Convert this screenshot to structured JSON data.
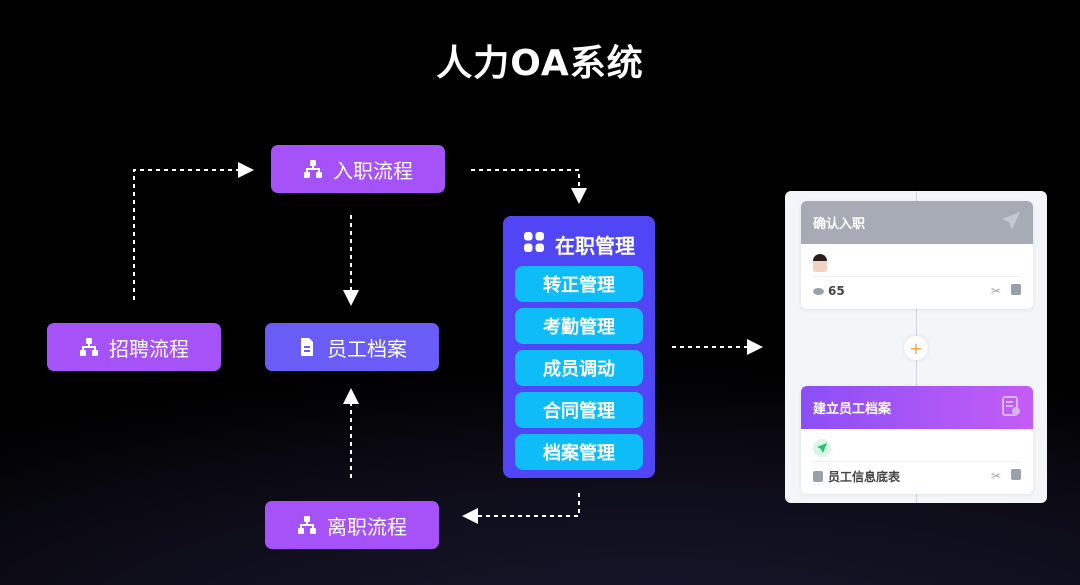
{
  "title": "人力OA系统",
  "nodes": {
    "onboarding": {
      "label": "入职流程",
      "icon": "org-chart-icon"
    },
    "recruitment": {
      "label": "招聘流程",
      "icon": "org-chart-icon"
    },
    "employee_file": {
      "label": "员工档案",
      "icon": "document-icon"
    },
    "offboarding": {
      "label": "离职流程",
      "icon": "org-chart-icon"
    }
  },
  "in_service": {
    "title": "在职管理",
    "icon": "grid-icon",
    "items": [
      "转正管理",
      "考勤管理",
      "成员调动",
      "合同管理",
      "档案管理"
    ]
  },
  "workflow_preview": {
    "card1": {
      "title": "确认入职",
      "header_icon": "send-icon",
      "view_count": "65"
    },
    "card2": {
      "title": "建立员工档案",
      "header_icon": "form-icon",
      "field_label": "员工信息底表"
    },
    "add_icon": "plus-icon"
  },
  "colors": {
    "purple_node": "#a552f8",
    "indigo_node": "#6a5cf7",
    "panel": "#5046f5",
    "sub_item": "#0ebcf8",
    "card1_header": "#a6abb6",
    "card2_header_start": "#8b4ff7",
    "card2_header_end": "#c45df5"
  }
}
